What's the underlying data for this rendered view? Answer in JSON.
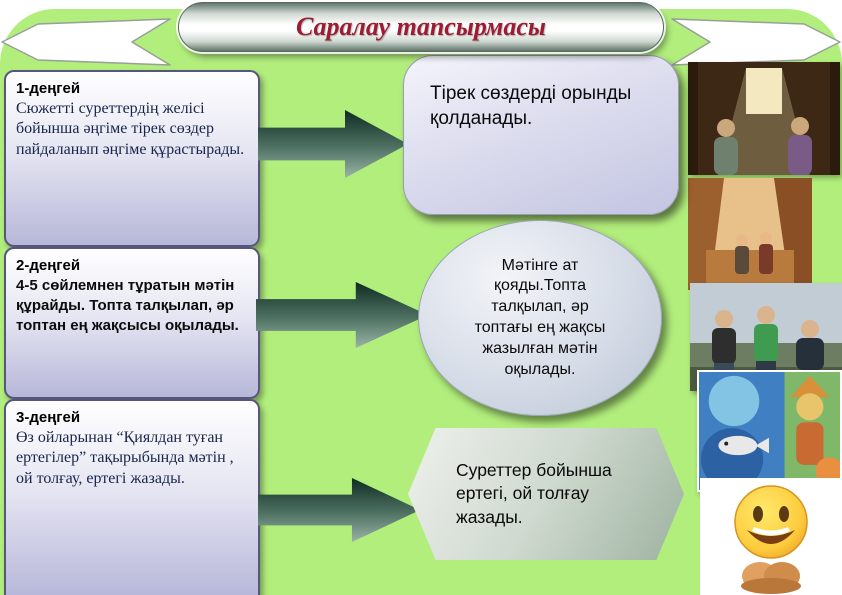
{
  "slide": {
    "title": "Саралау тапсырмасы"
  },
  "levels": [
    {
      "heading": "1-деңгей",
      "body": "Сюжетті суреттердің желісі бойынша әңгіме тірек сөздер пайдаланып әңгіме құрастырады."
    },
    {
      "heading": "2-деңгей",
      "body": "4-5 сөйлемнен тұратын мәтін құрайды. Топта талқылап, әр топтан ең жақсысы оқылады."
    },
    {
      "heading": "3-деңгей",
      "body": "Өз ойларынан “Қиялдан туған ертегілер” тақырыбында мәтін , ой толғау, ертегі  жазады."
    }
  ],
  "outcomes": [
    {
      "shape": "rounded-rectangle",
      "text": "Тірек сөздерді орынды қолданады."
    },
    {
      "shape": "ellipse",
      "text": "Мәтінге ат қояды.Топта талқылап, әр топтағы ең жақсы жазылған мәтін оқылады."
    },
    {
      "shape": "hexagon",
      "text": "Суреттер бойынша ертегі, ой толғау жазады."
    }
  ],
  "images": [
    {
      "name": "dark-room-story-illustration"
    },
    {
      "name": "canyon-travelers-story-illustration"
    },
    {
      "name": "three-men-story-illustration"
    },
    {
      "name": "fairy-tale-story-illustration"
    },
    {
      "name": "smiley-namaste-emoji"
    }
  ],
  "colors": {
    "background_green": "#b2ee7c",
    "title_red": "#9e1c33",
    "box_border": "#57577d",
    "box_gradient_end": "#b7b7d9",
    "arrow_dark": "#0f2c23",
    "banner_edge": "#61756a"
  }
}
